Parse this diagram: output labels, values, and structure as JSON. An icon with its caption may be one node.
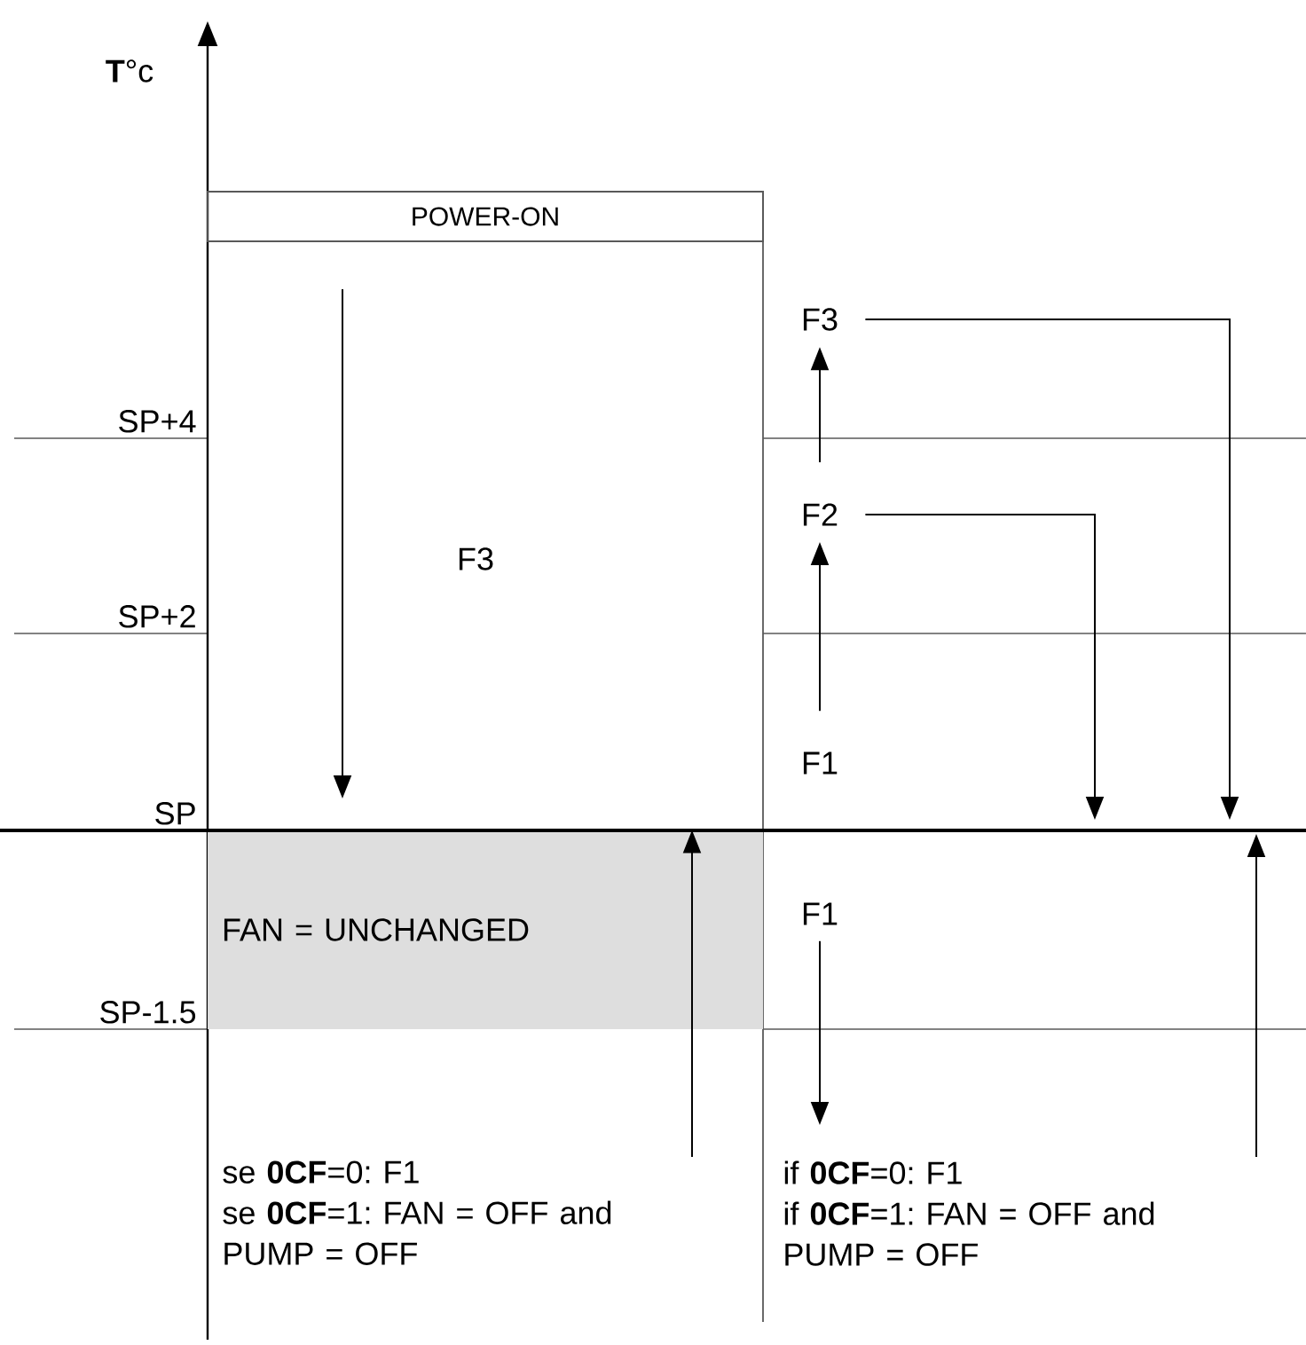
{
  "diagram": {
    "nodes": [
      {
        "text": [
          "POWER-ON"
        ]
      },
      {
        "text": [
          "FAN = UNCHANGED"
        ]
      },
      {
        "text": [
          "F1"
        ]
      },
      {
        "text": [
          "F2"
        ]
      },
      {
        "text": [
          "F3"
        ]
      },
      {
        "text": [
          "F1"
        ]
      },
      {
        "text": [
          "se **0CF**=0: F1",
          "se **0CF**=1: FAN = OFF and PUMP = OFF"
        ]
      },
      {
        "text": [
          "if **0CF**=0: F1",
          "if **0CF**=1: FAN = OFF and PUMP = OFF"
        ]
      }
    ],
    "edges": [
      {
        "from": 2,
        "to": 3,
        "arrow": "to"
      },
      {
        "from": 3,
        "to": 4,
        "arrow": "to"
      },
      {
        "from": 4,
        "to": null,
        "arrow": "to"
      },
      {
        "from": 3,
        "to": null,
        "arrow": "to"
      },
      {
        "from": 5,
        "to": 7,
        "arrow": "to"
      },
      {
        "from": 6,
        "to": 1,
        "arrow": "to"
      },
      {
        "from": 7,
        "to": null,
        "arrow": "to"
      }
    ],
    "labels": [
      "**T**°c",
      "SP+4",
      "SP+2",
      "SP",
      "SP-1.5",
      "F3"
    ]
  }
}
